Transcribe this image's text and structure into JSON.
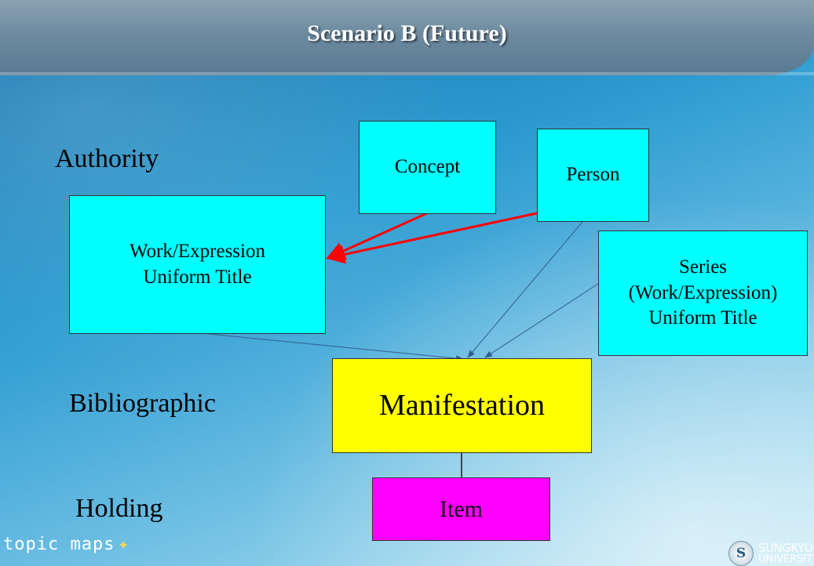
{
  "title": "Scenario B (Future)",
  "levels": {
    "authority": "Authority",
    "bibliographic": "Bibliographic",
    "holding": "Holding"
  },
  "nodes": {
    "concept": "Concept",
    "person": "Person",
    "work_expression": [
      "Work/Expression",
      "Uniform Title"
    ],
    "series": [
      "Series",
      "(Work/Expression)",
      "Uniform Title"
    ],
    "manifestation": "Manifestation",
    "item": "Item"
  },
  "colors": {
    "authority_box": "#00ffff",
    "manifestation_box": "#ffff00",
    "item_box": "#ff00ff",
    "highlight_arrow": "#ff0000",
    "thin_arrow": "#2f5f8f"
  },
  "footer": {
    "left_logo": "topic maps",
    "right_logo_seal": "S",
    "right_logo": [
      "SUNGKYUNKWAN",
      "UNIVERSITY"
    ]
  }
}
